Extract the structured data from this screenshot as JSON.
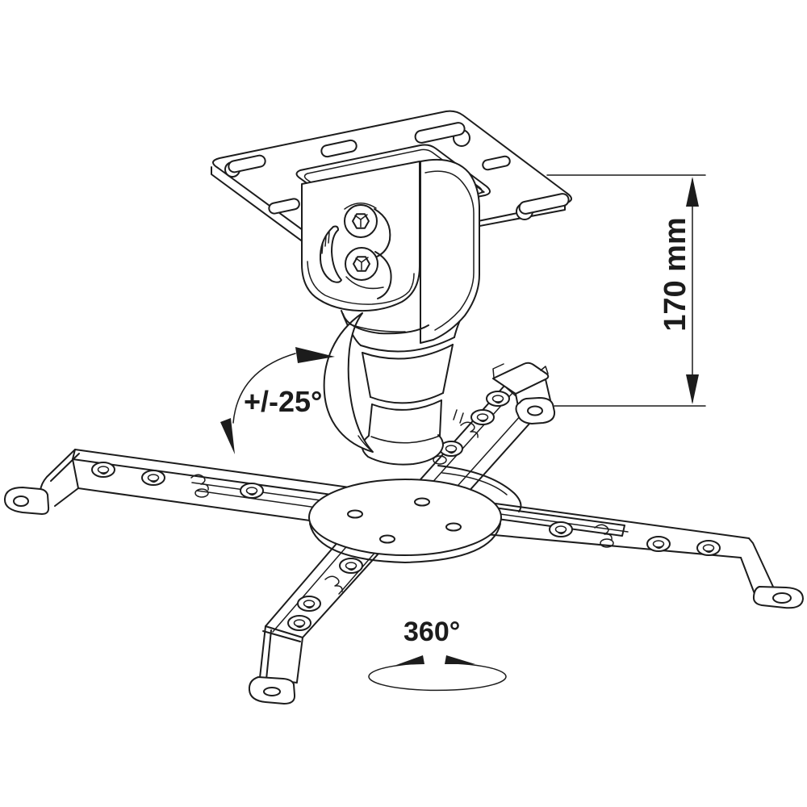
{
  "canvas": {
    "background": "#ffffff",
    "line_color": "#1c1c1c"
  },
  "annotations": {
    "height_dimension": {
      "label": "170 mm"
    },
    "tilt_range": {
      "label": "+/-25°"
    },
    "swivel_range": {
      "label": "360°"
    }
  }
}
